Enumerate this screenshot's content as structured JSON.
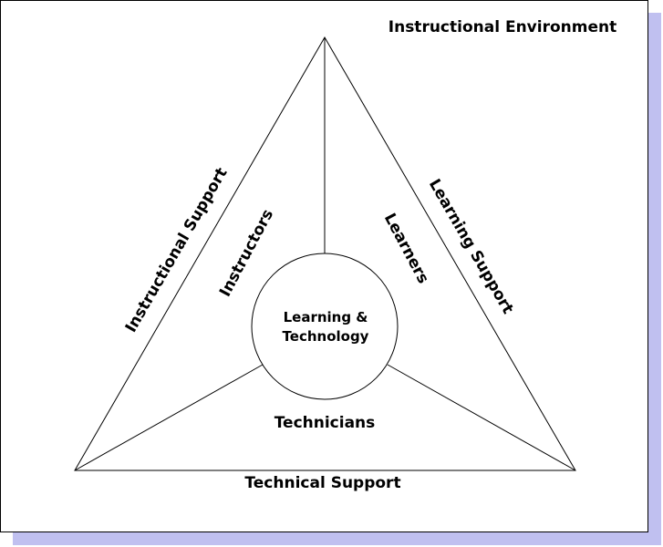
{
  "diagram": {
    "environment_title": "Instructional Environment",
    "center": {
      "line1": "Learning &",
      "line2": "Technology"
    },
    "roles": {
      "instructors": "Instructors",
      "learners": "Learners",
      "technicians": "Technicians"
    },
    "supports": {
      "instructional": "Instructional Support",
      "learning": "Learning Support",
      "technical": "Technical Support"
    },
    "colors": {
      "stroke": "#000000",
      "background": "#ffffff",
      "shadow": "#c0c0f0"
    }
  }
}
